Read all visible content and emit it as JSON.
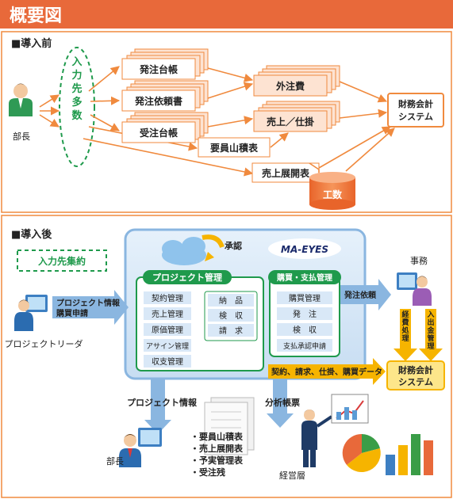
{
  "title": "概要図",
  "before": {
    "heading": "■導入前",
    "input_group": "入力先多数",
    "actor": "部長",
    "ledgers": [
      "発注台帳",
      "発注依頼書",
      "受注台帳"
    ],
    "outsource": "外注費",
    "sales": "売上／仕掛",
    "estimate": "要員山積表",
    "sales_plan": "売上展開表",
    "work_hours": "工数",
    "accounting": [
      "財務会計",
      "システム"
    ]
  },
  "after": {
    "heading": "■導入後",
    "input_group": "入力先集約",
    "approval": "承認",
    "logo": "MA-EYES",
    "pm_title": "プロジェクト管理",
    "pm_left": [
      "契約管理",
      "売上管理",
      "原価管理",
      "アサイン管理",
      "収支管理"
    ],
    "pm_right": [
      "納　品",
      "検　収",
      "請　求"
    ],
    "purchase_title": "購買・支払管理",
    "purchase_items": [
      "購買管理",
      "発　注",
      "検　収",
      "支払承認申請"
    ],
    "project_leader": "プロジェクトリーダ",
    "leader_arrow": [
      "プロジェクト情報",
      "購買申請"
    ],
    "office": "事務",
    "order_request": "発注依頼",
    "expense": "経費処理",
    "cash": "入出金管理",
    "data_flow": "契約、請求、仕掛、購買データ",
    "accounting": [
      "財務会計",
      "システム"
    ],
    "project_info": "プロジェクト情報",
    "analysis": "分析帳票",
    "manager": "部長",
    "reports": [
      "・要員山積表",
      "・売上展開表",
      "・予実管理表",
      "・受注残"
    ],
    "executives": "経営層"
  },
  "colors": {
    "header": "#e8693a",
    "orange": "#f08a3e",
    "ledger_fill": "#fde3d2",
    "green": "#1f9a4c",
    "blue": "#5b9bd5",
    "yellow": "#f6b400"
  }
}
